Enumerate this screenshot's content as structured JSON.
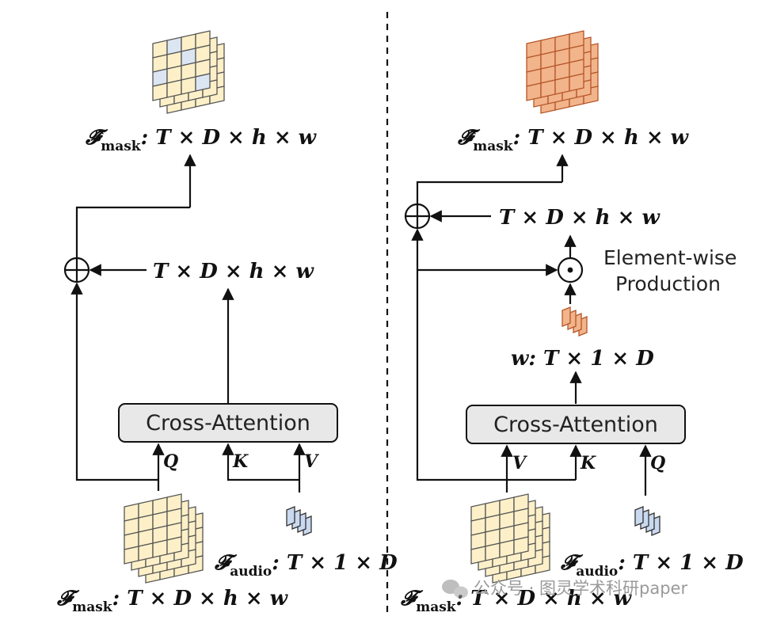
{
  "left_panel": {
    "output_label": {
      "prefix": "𝓕̂",
      "subscript": "mask",
      "dims": ": T × D × h × w"
    },
    "residual_label": "T × D × h × w",
    "block_label": "Cross-Attention",
    "inputs": {
      "q": "Q",
      "k": "K",
      "v": "V"
    },
    "mask_label": {
      "prefix": "𝓕",
      "subscript": "mask",
      "dims": ": T × D × h × w"
    },
    "audio_label": {
      "prefix": "𝓕",
      "subscript": "audio",
      "dims": ": T × 1 × D"
    }
  },
  "right_panel": {
    "output_label": {
      "prefix": "𝓕̂",
      "subscript": "mask",
      "dims": ": T × D × h × w"
    },
    "product_label": "T × D × h × w",
    "elementwise_line1": "Element-wise",
    "elementwise_line2": "Production",
    "weight_label": "w: T × 1 × D",
    "block_label": "Cross-Attention",
    "inputs": {
      "v": "V",
      "k": "K",
      "q": "Q"
    },
    "mask_label": {
      "prefix": "𝓕",
      "subscript": "mask",
      "dims": ": T × D × h × w"
    },
    "audio_label": {
      "prefix": "𝓕",
      "subscript": "audio",
      "dims": ": T × 1 × D"
    }
  },
  "watermark": "公众号 · 图灵学术科研paper",
  "colors": {
    "grid_fill": "#fdf0c8",
    "grid_highlight": "#dce6f2",
    "orange_fill": "#f2b48a",
    "orange_stroke": "#b5562a",
    "block_fill": "#e8e8e8",
    "audio_fill": "#c9d9f0"
  }
}
